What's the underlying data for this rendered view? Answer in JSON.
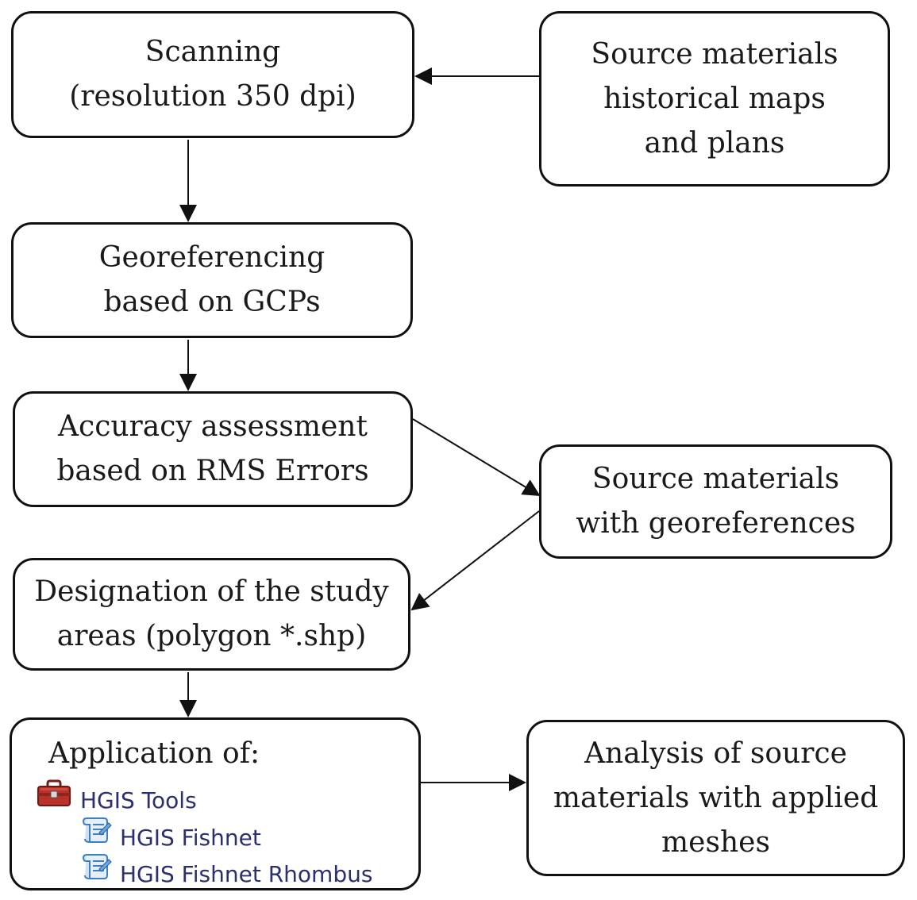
{
  "nodes": {
    "scanning": [
      "Scanning",
      "(resolution 350 dpi)"
    ],
    "source_materials": [
      "Source materials",
      "historical maps",
      "and plans"
    ],
    "georeferencing": [
      "Georeferencing",
      "based on GCPs"
    ],
    "accuracy": [
      "Accuracy assessment",
      "based on RMS Errors"
    ],
    "source_georef": [
      "Source materials",
      "with georeferences"
    ],
    "designation": [
      "Designation of the study",
      "areas (polygon *.shp)"
    ],
    "application": {
      "title": "Application of:",
      "toolbox": {
        "label": "HGIS Tools",
        "icon": "toolbox-icon"
      },
      "tools": [
        {
          "label": "HGIS Fishnet",
          "icon": "script-tool-icon"
        },
        {
          "label": "HGIS Fishnet Rhombus",
          "icon": "script-tool-icon"
        }
      ]
    },
    "analysis": [
      "Analysis of source",
      "materials with applied",
      "meshes"
    ]
  },
  "edges": [
    {
      "from": "source_materials",
      "to": "scanning"
    },
    {
      "from": "scanning",
      "to": "georeferencing"
    },
    {
      "from": "georeferencing",
      "to": "accuracy"
    },
    {
      "from": "accuracy",
      "to": "source_georef"
    },
    {
      "from": "source_georef",
      "to": "designation"
    },
    {
      "from": "designation",
      "to": "application"
    },
    {
      "from": "application",
      "to": "analysis"
    }
  ],
  "colors": {
    "stroke": "#111111",
    "tool_text": "#2b2f6e",
    "toolbox_red": "#b8322a",
    "script_blue": "#3d7fc4"
  }
}
